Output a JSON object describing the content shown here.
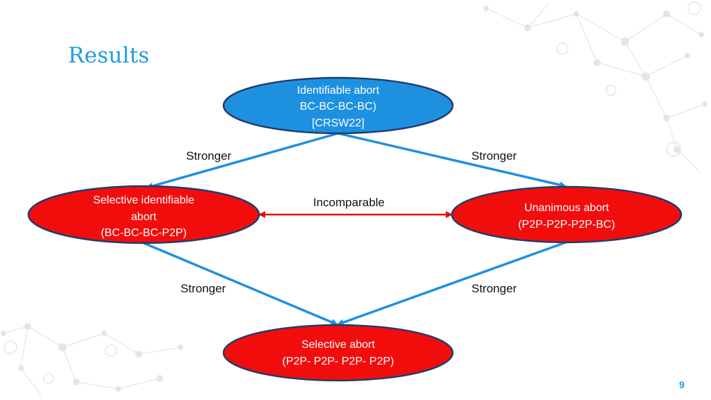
{
  "slide": {
    "title": "Results",
    "page_number": "9"
  },
  "nodes": {
    "top": {
      "lines": [
        "Identifiable abort",
        "BC-BC-BC-BC)",
        "[CRSW22]"
      ],
      "color": "#1e90e0"
    },
    "left": {
      "lines": [
        "Selective identifiable",
        "abort",
        "(BC-BC-BC-P2P)"
      ],
      "color": "#f20d0d"
    },
    "right": {
      "lines": [
        "Unanimous abort",
        "(P2P-P2P-P2P-BC)"
      ],
      "color": "#f20d0d"
    },
    "bottom": {
      "lines": [
        "Selective abort",
        "(P2P- P2P- P2P- P2P)"
      ],
      "color": "#f20d0d"
    }
  },
  "edges": {
    "top_left": "Stronger",
    "top_right": "Stronger",
    "left_right": "Incomparable",
    "left_bottom": "Stronger",
    "right_bottom": "Stronger"
  },
  "colors": {
    "arrow_blue": "#1e90e0",
    "arrow_red": "#e01010",
    "node_border": "#1f3c6e",
    "title": "#1e9be0"
  }
}
